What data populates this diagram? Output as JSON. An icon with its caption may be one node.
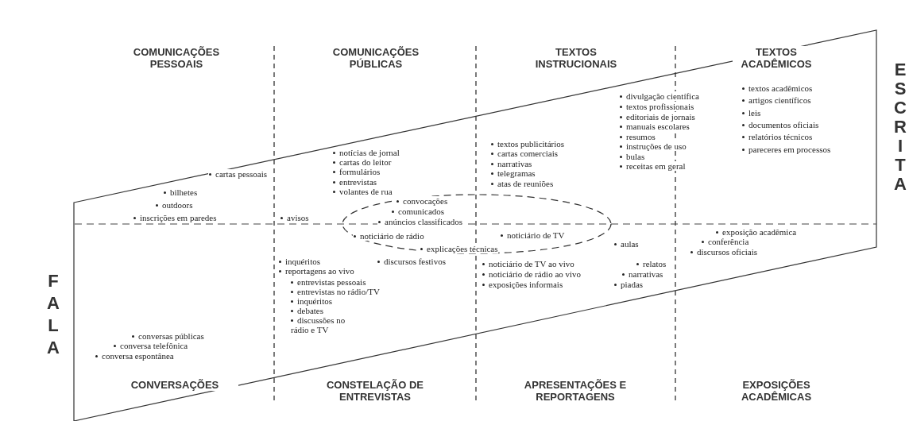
{
  "diagram": {
    "nodes": [
      {
        "text": [
          "convocações",
          "comunicados",
          "anúncios classificados",
          "noticiário de rádio",
          "noticiário de TV",
          "explicações técnicas"
        ]
      }
    ],
    "labels": [
      "COMUNICAÇÕES PESSOAIS",
      "COMUNICAÇÕES PÚBLICAS",
      "TEXTOS INSTRUCIONAIS",
      "TEXTOS ACADÊMICOS",
      "ESCRITA",
      "textos acadêmicos",
      "artigos científicos",
      "leis",
      "documentos oficiais",
      "relatórios técnicos",
      "pareceres em processos",
      "divulgação científica",
      "textos profissionais",
      "editoriais de jornais",
      "manuais escolares",
      "resumos",
      "instruções de uso",
      "bulas",
      "receitas em geral",
      "textos publicitários",
      "cartas comerciais",
      "narrativas",
      "telegramas",
      "atas de reuniões",
      "notícias de jornal",
      "cartas do leitor",
      "formulários",
      "entrevistas",
      "volantes de rua",
      "cartas pessoais",
      "bilhetes",
      "outdoors",
      "inscrições em paredes",
      "avisos",
      "exposição acadêmica",
      "conferência",
      "discursos oficiais",
      "aulas",
      "inquéritos",
      "reportagens ao vivo",
      "discursos festivos",
      "noticiário de TV ao vivo",
      "noticiário de rádio ao vivo",
      "exposições informais",
      "relatos",
      "narrativas",
      "piadas",
      "FALA",
      "entrevistas pessoais",
      "entrevistas no rádio/TV",
      "inquéritos",
      "debates",
      "discussões no rádio e TV",
      "conversas públicas",
      "conversa telefônica",
      "conversa espontânea",
      "CONVERSAÇÕES",
      "CONSTELAÇÃO DE ENTREVISTAS",
      "APRESENTAÇÕES E REPORTAGENS",
      "EXPOSIÇÕES ACADÊMICAS"
    ]
  }
}
